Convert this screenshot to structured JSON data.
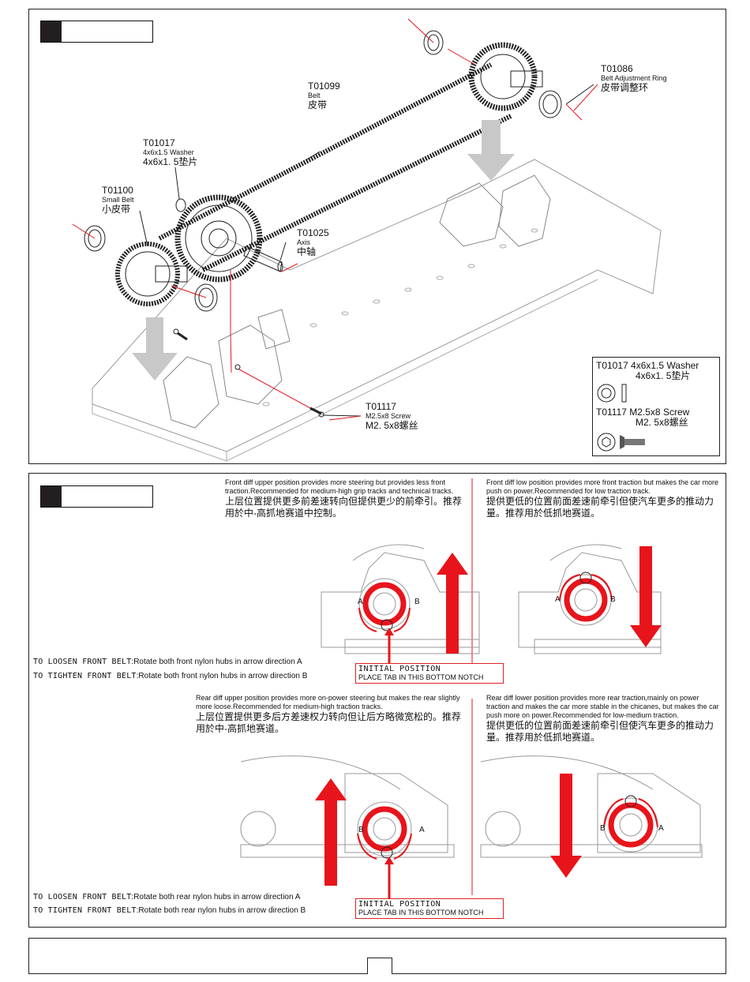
{
  "top_panel": {
    "parts": [
      {
        "code": "T01086",
        "en": "Belt Adjustment Ring",
        "cn": "皮带调整环"
      },
      {
        "code": "T01099",
        "en": "Belt",
        "cn": "皮带"
      },
      {
        "code": "T01017",
        "en": "4x6x1.5 Washer",
        "cn": "4x6x1. 5垫片"
      },
      {
        "code": "T01100",
        "en": "Small Belt",
        "cn": "小皮带"
      },
      {
        "code": "T01025",
        "en": "Axis",
        "cn": "中轴"
      },
      {
        "code": "T01117",
        "en": "M2.5x8 Screw",
        "cn": "M2. 5x8螺丝"
      }
    ],
    "legend": {
      "washer_label": "T01017 4x6x1.5 Washer",
      "washer_cn": "4x6x1. 5垫片",
      "screw_label": "T01117 M2.5x8 Screw",
      "screw_cn": "M2. 5x8螺丝"
    }
  },
  "bottom_panel": {
    "front_upper_note_en": "Front diff upper position provides more steering but provides less front traction.Recommended for medium-high grip tracks and technical tracks.",
    "front_upper_note_cn": "上层位置提供更多前差速转向但提供更少的前牵引。推荐用於中-高抓地赛道中控制。",
    "front_low_note_en": "Front diff low position provides more front traction but makes the car more push on power.Recommended for low traction track.",
    "front_low_note_cn": "提供更低的位置前面差速前牵引但使汽车更多的推动力量。推荐用於低抓地赛道。",
    "rear_upper_note_en": "Rear diff upper position provides more on-power steering but makes the rear slightly more loose.Recommended for medium-high traction tracks.",
    "rear_upper_note_cn": "上层位置提供更多后方差速权力转向但让后方略微宽松的。推荐用於中-高抓地赛道。",
    "rear_lower_note_en": "Rear diff lower position provides more rear traction,mainly on power traction and makes the car more stable in the chicanes, but makes the car push more on power.Recommended for low-medium traction.",
    "rear_lower_note_cn": "提供更低的位置前面差速前牵引但使汽车更多的推动力量。推荐用於低抓地赛道。",
    "front_loosen_key": "TO LOOSEN FRONT BELT",
    "front_loosen_text": ":Rotate both front nylon hubs in arrow direction A",
    "front_tighten_key": "TO TIGHTEN FRONT BELT",
    "front_tighten_text": ":Rotate both front nylon hubs in arrow direction B",
    "rear_loosen_key": "TO LOOSEN FRONT BELT",
    "rear_loosen_text": ":Rotate both rear nylon hubs in arrow direction A",
    "rear_tighten_key": "TO TIGHTEN FRONT BELT",
    "rear_tighten_text": ":Rotate both rear nylon hubs in arrow direction B",
    "initial_title": "INITIAL POSITION",
    "initial_sub": "PLACE TAB IN THIS BOTTOM NOTCH",
    "label_a": "A",
    "label_b": "B"
  },
  "colors": {
    "accent": "#e8141b",
    "line": "#222222",
    "arrow_gray": "#c8c8c8"
  }
}
